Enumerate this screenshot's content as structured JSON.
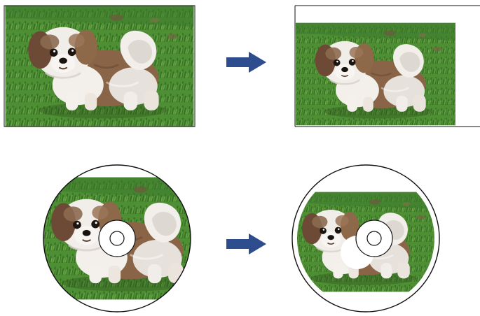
{
  "colors": {
    "grass_dark": "#2f6b22",
    "grass_mid": "#4f8f34",
    "grass_light": "#76ad4b",
    "arrow": "#2e4d8f",
    "outline": "#111111",
    "fur_white": "#f3f0ec",
    "fur_brown": "#8a6447",
    "fur_dark": "#4b3223",
    "disc_hole": "#ffffff"
  },
  "icons": {
    "arrow_top": "right-arrow-icon",
    "arrow_bottom": "right-arrow-icon"
  },
  "panels": [
    "rectangle-photo-before",
    "rectangle-photo-after-shifted",
    "disc-photo-before",
    "disc-photo-after-shifted"
  ]
}
